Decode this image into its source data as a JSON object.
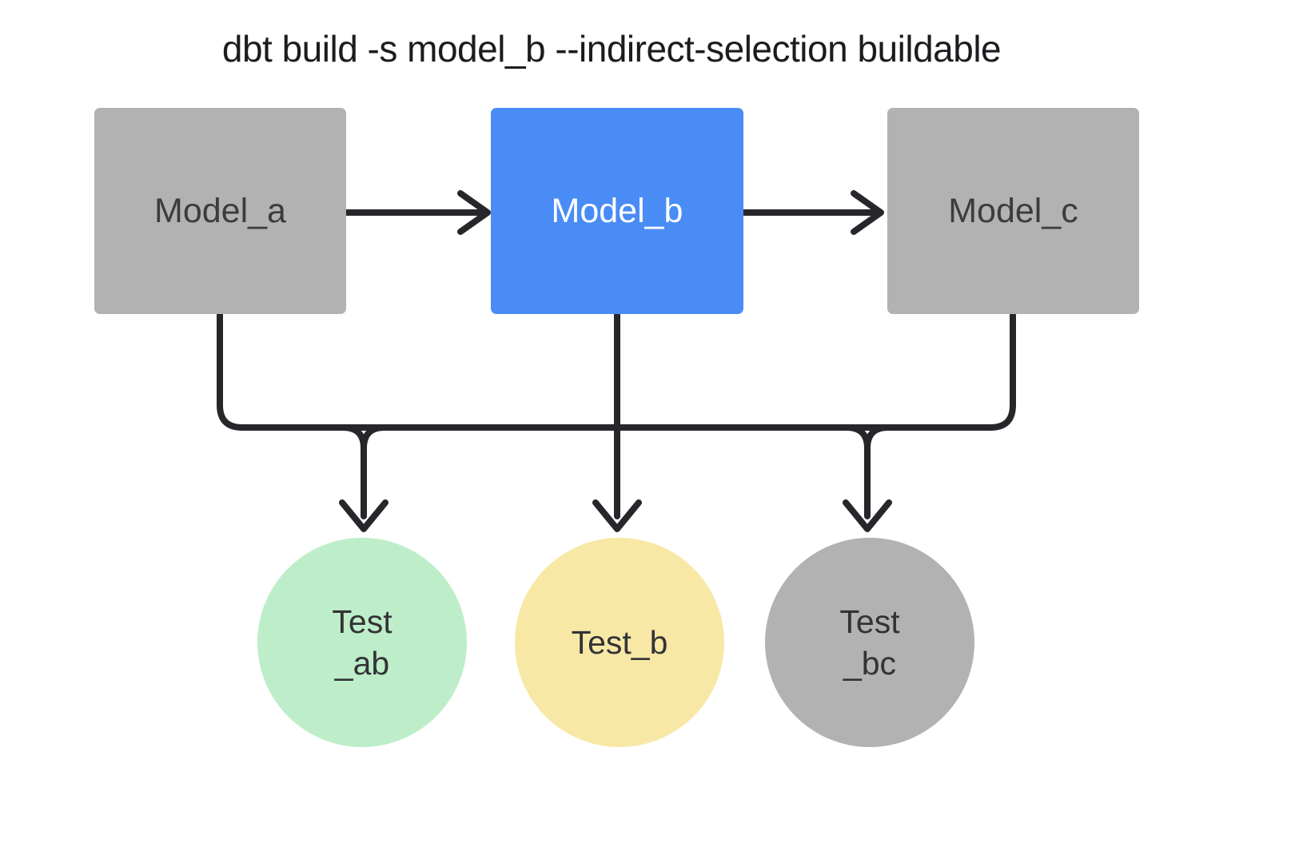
{
  "title": "dbt build -s model_b --indirect-selection buildable",
  "diagram": {
    "type": "dag",
    "line_color": "#27272b",
    "nodes": {
      "model_a": {
        "label": "Model_a",
        "shape": "rect",
        "fill": "#b2b2b2"
      },
      "model_b": {
        "label": "Model_b",
        "shape": "rect",
        "fill": "#4a8cf5",
        "highlighted": true
      },
      "model_c": {
        "label": "Model_c",
        "shape": "rect",
        "fill": "#b2b2b2"
      },
      "test_ab": {
        "line1": "Test",
        "line2": "_ab",
        "shape": "circle",
        "fill": "#bdeec9"
      },
      "test_b": {
        "label": "Test_b",
        "shape": "circle",
        "fill": "#f8e8a6"
      },
      "test_bc": {
        "line1": "Test",
        "line2": "_bc",
        "shape": "circle",
        "fill": "#b2b2b2"
      }
    },
    "edges": [
      {
        "from": "model_a",
        "to": "model_b"
      },
      {
        "from": "model_b",
        "to": "model_c"
      },
      {
        "from": "model_a",
        "to": "test_ab"
      },
      {
        "from": "model_b",
        "to": "test_ab"
      },
      {
        "from": "model_b",
        "to": "test_b"
      },
      {
        "from": "model_b",
        "to": "test_bc"
      },
      {
        "from": "model_c",
        "to": "test_bc"
      }
    ]
  }
}
